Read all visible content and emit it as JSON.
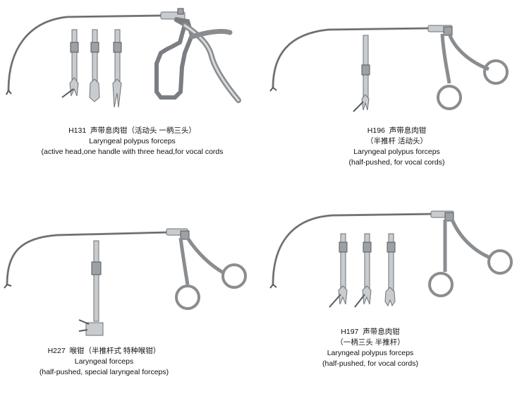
{
  "products": [
    {
      "code": "H131",
      "name_cn": "声带息肉钳（活动头  一柄三头）",
      "name_en": "Laryngeal polypus forceps",
      "note": "(active head,one handle with three head,for vocal cords"
    },
    {
      "code": "H196",
      "name_cn": "声带息肉钳",
      "name_cn2": "（半推杆 活动头）",
      "name_en": "Laryngeal polypus forceps",
      "note": "(half-pushed, for vocal cords)"
    },
    {
      "code": "H227",
      "name_cn": "喉钳（半推杆式 特种喉钳）",
      "name_en": "Laryngeal forceps",
      "note": "(half-pushed, special laryngeal forceps)"
    },
    {
      "code": "H197",
      "name_cn": "声带息肉钳",
      "name_cn2": "（一柄三头 半推杆）",
      "name_en": "Laryngeal polypus forceps",
      "note": "(half-pushed, for vocal cords)"
    }
  ]
}
